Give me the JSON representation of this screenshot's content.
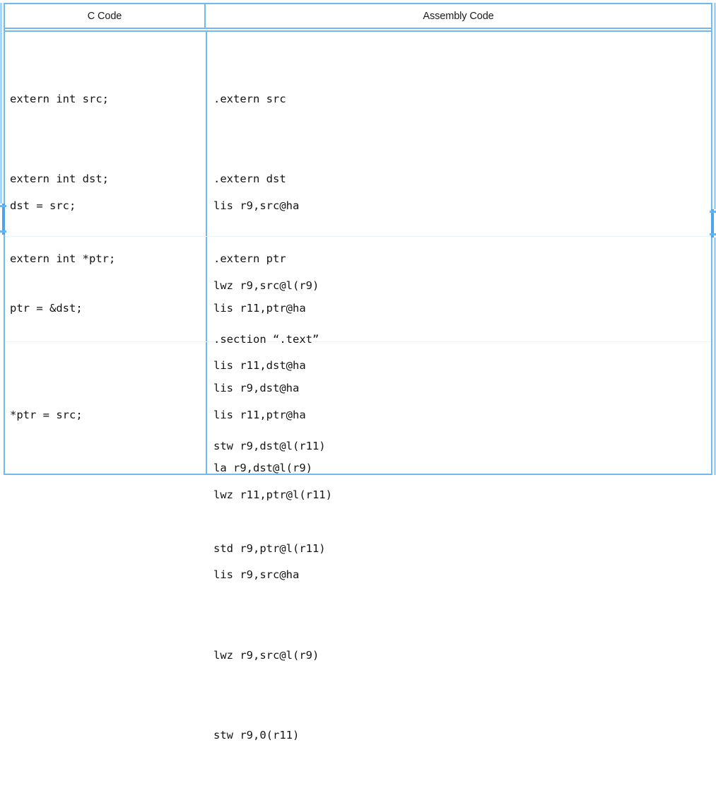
{
  "table": {
    "headers": [
      {
        "label": "C Code",
        "name": "c-code-header"
      },
      {
        "label": "Assembly Code",
        "name": "assembly-code-header"
      }
    ],
    "colors": {
      "border": "#72b9ee",
      "row_divider": "#eaf5fd",
      "handle": "#4da3f0",
      "text": "#141414",
      "background": "#ffffff"
    },
    "rows": [
      {
        "c_code": [
          "extern int src;",
          "extern int dst;",
          "extern int *ptr;"
        ],
        "assembly": [
          ".extern src",
          ".extern dst",
          ".extern ptr",
          ".section “.text”"
        ]
      },
      {
        "c_code": [
          "dst = src;"
        ],
        "assembly": [
          "lis r9,src@ha",
          "lwz r9,src@l(r9)",
          "lis r11,dst@ha",
          "stw r9,dst@l(r11)"
        ]
      },
      {
        "c_code": [
          "ptr = &dst;"
        ],
        "assembly": [
          "lis r11,ptr@ha",
          "lis r9,dst@ha",
          "la r9,dst@l(r9)",
          "std r9,ptr@l(r11)"
        ]
      },
      {
        "c_code": [
          "*ptr = src;"
        ],
        "assembly": [
          "lis r11,ptr@ha",
          "lwz r11,ptr@l(r11)",
          "lis r9,src@ha",
          "lwz r9,src@l(r9)",
          "stw r9,0(r11)"
        ]
      }
    ]
  }
}
